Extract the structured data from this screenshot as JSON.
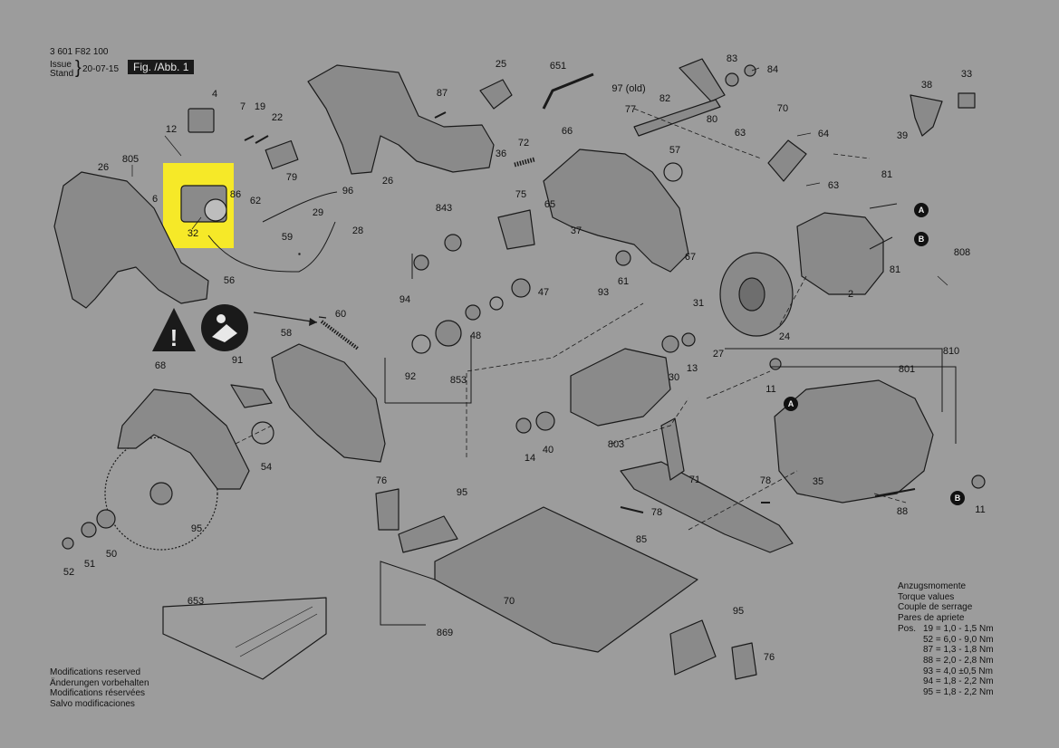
{
  "header": {
    "doc_number": "3 601 F82 100",
    "issue_label_1": "Issue",
    "issue_label_2": "Stand",
    "issue_date": "20-07-15",
    "figure_label": "Fig. /Abb. 1"
  },
  "highlighted_part": "32",
  "part_labels": [
    "4",
    "7",
    "19",
    "22",
    "12",
    "26",
    "805",
    "6",
    "79",
    "86",
    "62",
    "96",
    "29",
    "32",
    "59",
    "28",
    "56",
    "87",
    "26",
    "25",
    "651",
    "97 (old)",
    "77",
    "82",
    "83",
    "84",
    "80",
    "70",
    "63",
    "64",
    "63",
    "38",
    "33",
    "39",
    "36",
    "72",
    "66",
    "57",
    "75",
    "65",
    "37",
    "843",
    "67",
    "81",
    "81",
    "808",
    "2",
    "94",
    "48",
    "47",
    "93",
    "61",
    "92",
    "853",
    "31",
    "27",
    "24",
    "60",
    "58",
    "68",
    "91",
    "54",
    "95",
    "30",
    "13",
    "14",
    "40",
    "803",
    "810",
    "801",
    "11",
    "11",
    "35",
    "88",
    "71",
    "78",
    "78",
    "76",
    "95",
    "85",
    "70",
    "869",
    "95",
    "76",
    "52",
    "51",
    "50",
    "653"
  ],
  "callouts": [
    "A",
    "A",
    "B",
    "B"
  ],
  "torque_table": {
    "title_lines": [
      "Anzugsmomente",
      "Torque values",
      "Couple de serrage",
      "Pares de apriete"
    ],
    "pos_label": "Pos.",
    "rows": [
      "19 =  1,0 - 1,5 Nm",
      "52 =  6,0 - 9,0 Nm",
      "87 =  1,3 - 1,8 Nm",
      "88 =  2,0 - 2,8 Nm",
      "93 =  4,0 ±0,5 Nm",
      "94 =  1,8 - 2,2 Nm",
      "95 =  1,8 - 2,2 Nm"
    ]
  },
  "modifications_note": [
    "Modifications reserved",
    "Änderungen vorbehalten",
    "Modifications réservées",
    "Salvo modificaciones"
  ],
  "colors": {
    "background": "#9c9c9c",
    "highlight": "#f6e928",
    "ink": "#111111"
  }
}
